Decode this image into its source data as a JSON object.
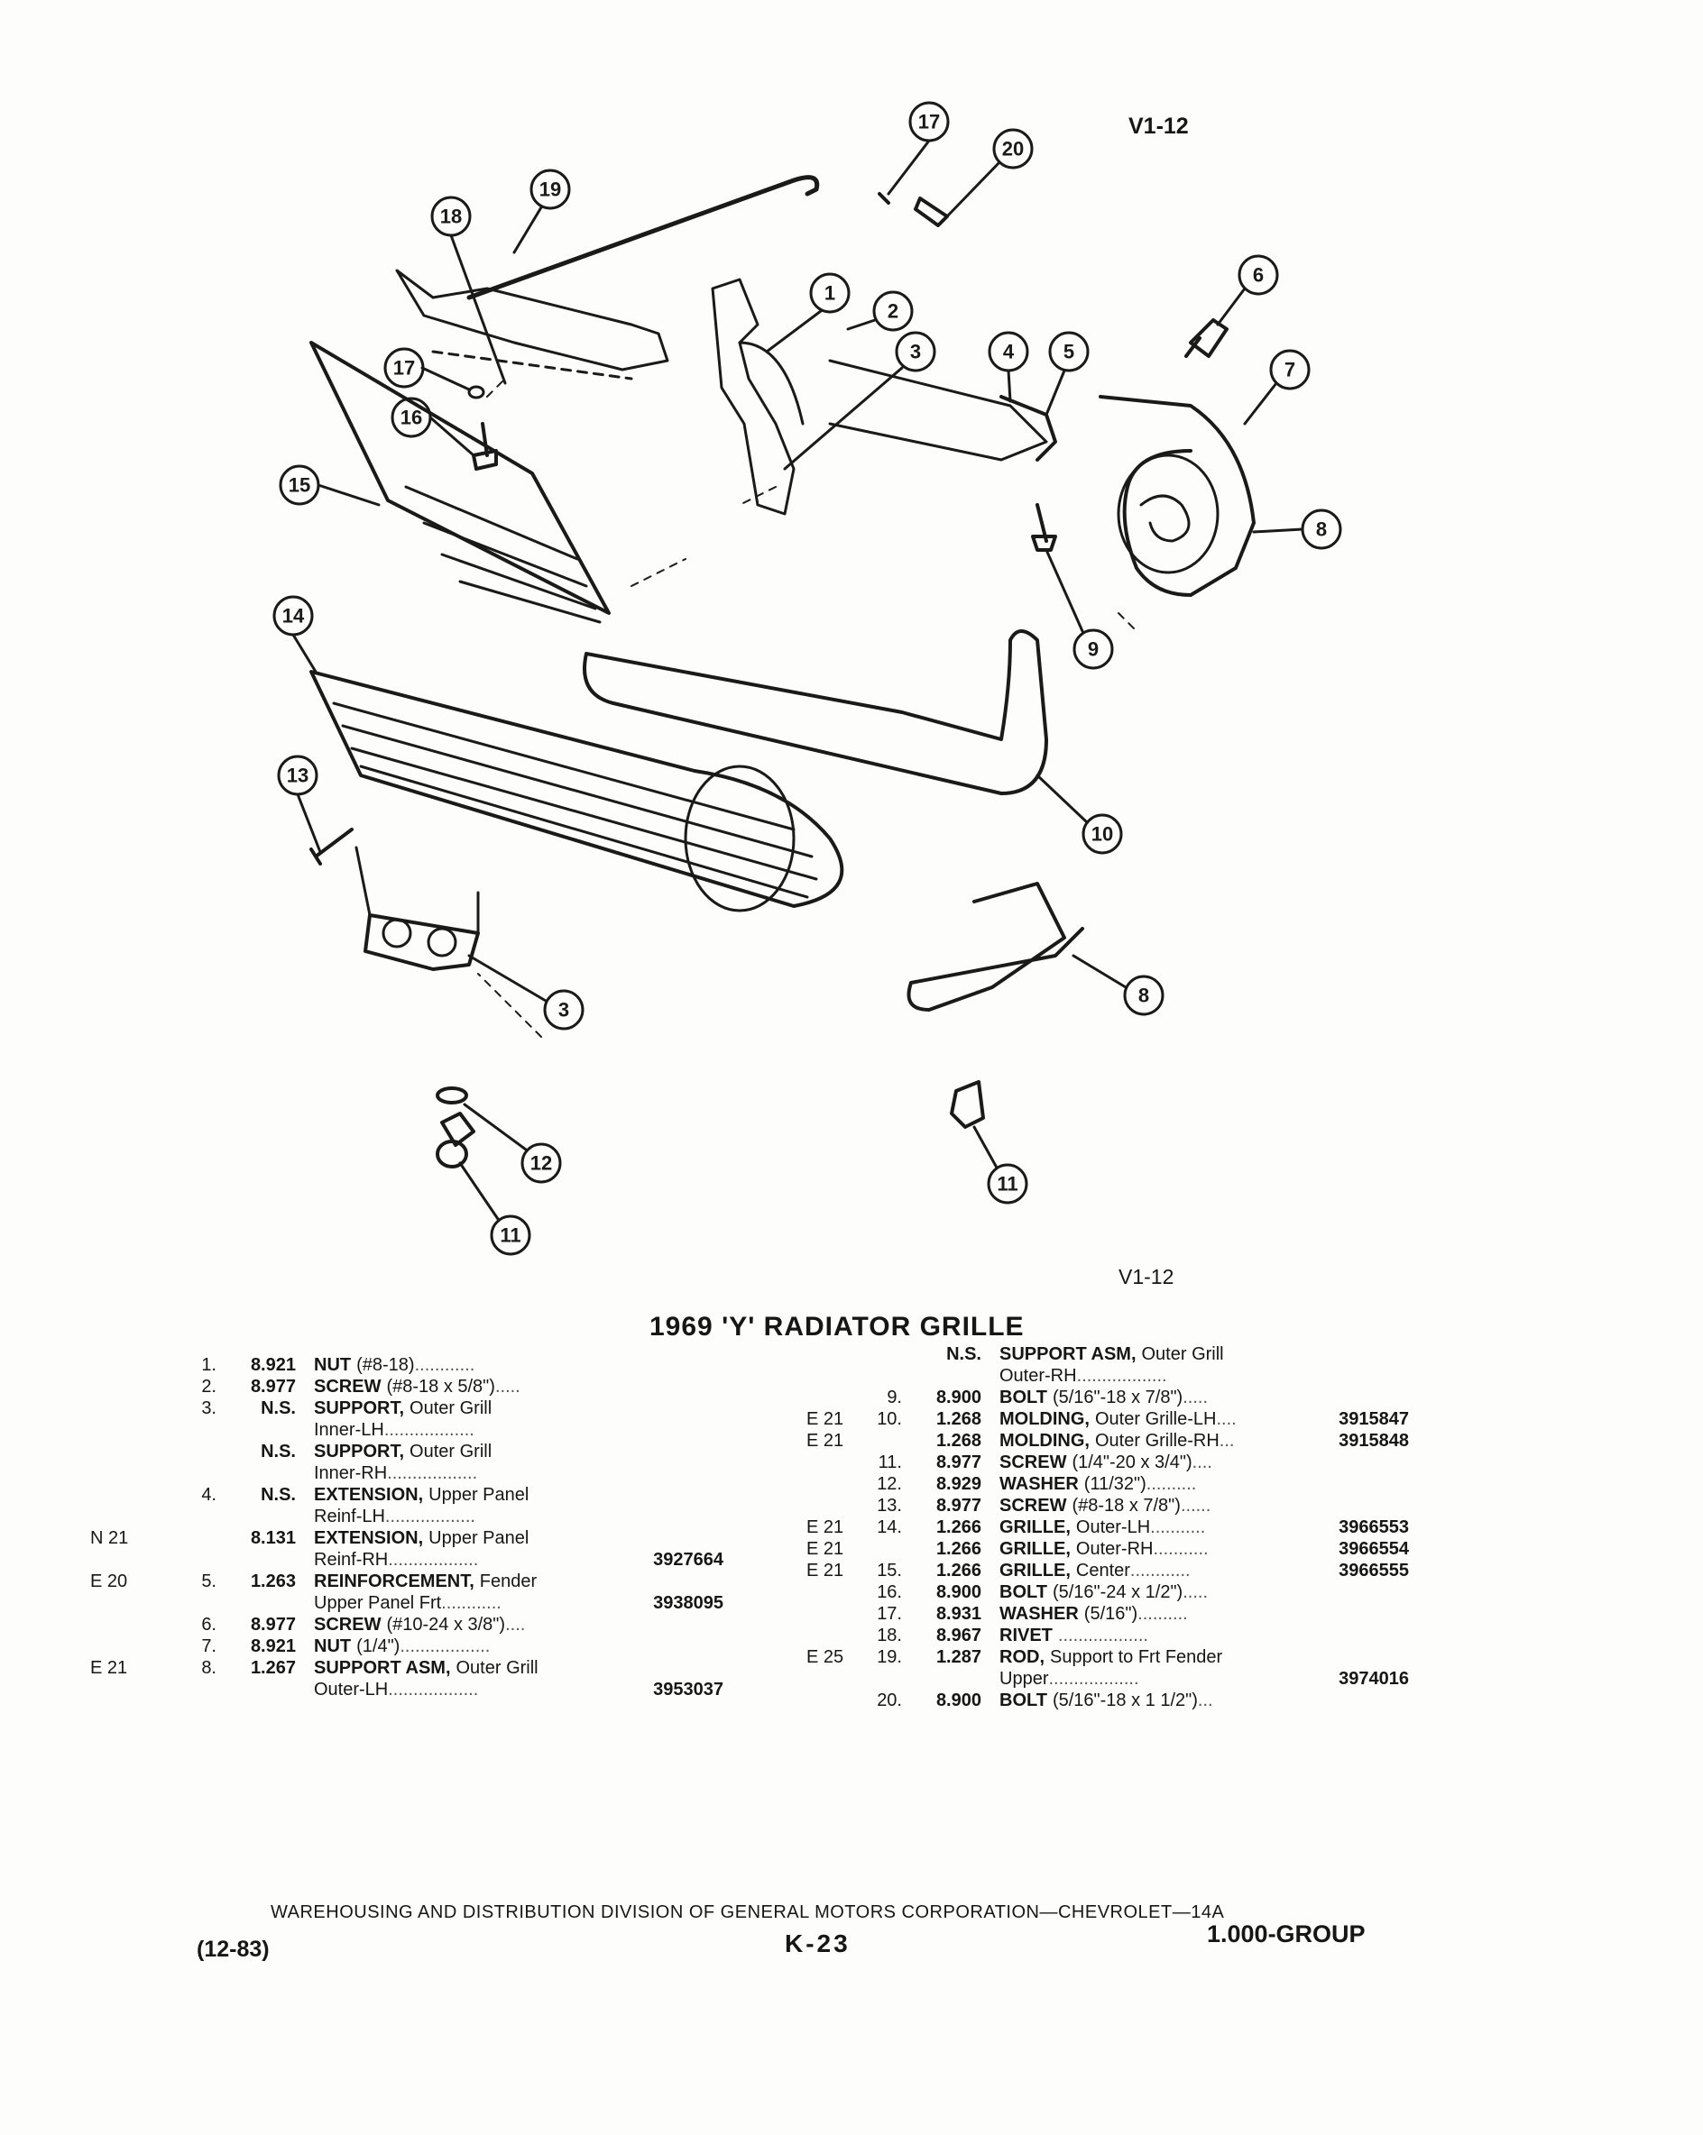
{
  "diagram": {
    "code_top": "V1-12",
    "code_bottom": "V1-12",
    "callouts": [
      "17",
      "20",
      "19",
      "18",
      "1",
      "2",
      "3",
      "4",
      "5",
      "6",
      "7",
      "17",
      "16",
      "15",
      "8",
      "9",
      "14",
      "10",
      "13",
      "3",
      "8",
      "12",
      "11",
      "11"
    ]
  },
  "title": "1969 'Y' RADIATOR GRILLE",
  "parts_left": [
    {
      "sec": "",
      "ref": "1.",
      "grp": "8.921",
      "name": "NUT",
      "spec": "(#8-18)",
      "dots": " ............",
      "part": ""
    },
    {
      "sec": "",
      "ref": "2.",
      "grp": "8.977",
      "name": "SCREW",
      "spec": "(#8-18 x 5/8\")",
      "dots": " .....",
      "part": ""
    },
    {
      "sec": "",
      "ref": "3.",
      "grp": "N.S.",
      "name": "SUPPORT,",
      "spec": "Outer Grill",
      "dots": "",
      "part": ""
    },
    {
      "sec": "",
      "ref": "",
      "grp": "",
      "name": "",
      "spec": "Inner-LH",
      "dots": " ..................",
      "part": ""
    },
    {
      "sec": "",
      "ref": "",
      "grp": "N.S.",
      "name": "SUPPORT,",
      "spec": "Outer Grill",
      "dots": "",
      "part": ""
    },
    {
      "sec": "",
      "ref": "",
      "grp": "",
      "name": "",
      "spec": "Inner-RH",
      "dots": " ..................",
      "part": ""
    },
    {
      "sec": "",
      "ref": "4.",
      "grp": "N.S.",
      "name": "EXTENSION,",
      "spec": "Upper Panel",
      "dots": "",
      "part": ""
    },
    {
      "sec": "",
      "ref": "",
      "grp": "",
      "name": "",
      "spec": "Reinf-LH",
      "dots": " ..................",
      "part": ""
    },
    {
      "sec": "N 21",
      "ref": "",
      "grp": "8.131",
      "name": "EXTENSION,",
      "spec": "Upper Panel",
      "dots": "",
      "part": ""
    },
    {
      "sec": "",
      "ref": "",
      "grp": "",
      "name": "",
      "spec": "Reinf-RH",
      "dots": " ..................",
      "part": "3927664"
    },
    {
      "sec": "E 20",
      "ref": "5.",
      "grp": "1.263",
      "name": "REINFORCEMENT,",
      "spec": "Fender",
      "dots": "",
      "part": ""
    },
    {
      "sec": "",
      "ref": "",
      "grp": "",
      "name": "",
      "spec": "Upper Panel Frt",
      "dots": " ............",
      "part": "3938095"
    },
    {
      "sec": "",
      "ref": "6.",
      "grp": "8.977",
      "name": "SCREW",
      "spec": "(#10-24 x 3/8\")",
      "dots": " ....",
      "part": ""
    },
    {
      "sec": "",
      "ref": "7.",
      "grp": "8.921",
      "name": "NUT",
      "spec": "(1/4\")",
      "dots": " ..................",
      "part": ""
    },
    {
      "sec": "E 21",
      "ref": "8.",
      "grp": "1.267",
      "name": "SUPPORT ASM,",
      "spec": "Outer Grill",
      "dots": "",
      "part": ""
    },
    {
      "sec": "",
      "ref": "",
      "grp": "",
      "name": "",
      "spec": "Outer-LH",
      "dots": " ..................",
      "part": "3953037"
    }
  ],
  "parts_right": [
    {
      "sec": "",
      "ref": "",
      "grp": "N.S.",
      "name": "SUPPORT ASM,",
      "spec": "Outer Grill",
      "dots": "",
      "part": ""
    },
    {
      "sec": "",
      "ref": "",
      "grp": "",
      "name": "",
      "spec": "Outer-RH",
      "dots": " ..................",
      "part": ""
    },
    {
      "sec": "",
      "ref": "9.",
      "grp": "8.900",
      "name": "BOLT",
      "spec": "(5/16\"-18 x 7/8\")",
      "dots": " .....",
      "part": ""
    },
    {
      "sec": "E 21",
      "ref": "10.",
      "grp": "1.268",
      "name": "MOLDING,",
      "spec": "Outer Grille-LH",
      "dots": " ....",
      "part": "3915847"
    },
    {
      "sec": "E 21",
      "ref": "",
      "grp": "1.268",
      "name": "MOLDING,",
      "spec": "Outer Grille-RH",
      "dots": " ...",
      "part": "3915848"
    },
    {
      "sec": "",
      "ref": "11.",
      "grp": "8.977",
      "name": "SCREW",
      "spec": "(1/4\"-20 x 3/4\")",
      "dots": " ....",
      "part": ""
    },
    {
      "sec": "",
      "ref": "12.",
      "grp": "8.929",
      "name": "WASHER",
      "spec": "(11/32\")",
      "dots": " ..........",
      "part": ""
    },
    {
      "sec": "",
      "ref": "13.",
      "grp": "8.977",
      "name": "SCREW",
      "spec": "(#8-18 x 7/8\")",
      "dots": " ......",
      "part": ""
    },
    {
      "sec": "E 21",
      "ref": "14.",
      "grp": "1.266",
      "name": "GRILLE,",
      "spec": "Outer-LH",
      "dots": " ...........",
      "part": "3966553"
    },
    {
      "sec": "E 21",
      "ref": "",
      "grp": "1.266",
      "name": "GRILLE,",
      "spec": "Outer-RH",
      "dots": " ...........",
      "part": "3966554"
    },
    {
      "sec": "E 21",
      "ref": "15.",
      "grp": "1.266",
      "name": "GRILLE,",
      "spec": "Center",
      "dots": " ............",
      "part": "3966555"
    },
    {
      "sec": "",
      "ref": "16.",
      "grp": "8.900",
      "name": "BOLT",
      "spec": "(5/16\"-24 x 1/2\")",
      "dots": " .....",
      "part": ""
    },
    {
      "sec": "",
      "ref": "17.",
      "grp": "8.931",
      "name": "WASHER",
      "spec": "(5/16\")",
      "dots": " ..........",
      "part": ""
    },
    {
      "sec": "",
      "ref": "18.",
      "grp": "8.967",
      "name": "RIVET",
      "spec": "",
      "dots": " ..................",
      "part": ""
    },
    {
      "sec": "E 25",
      "ref": "19.",
      "grp": "1.287",
      "name": "ROD,",
      "spec": "Support to Frt Fender",
      "dots": "",
      "part": ""
    },
    {
      "sec": "",
      "ref": "",
      "grp": "",
      "name": "",
      "spec": "Upper",
      "dots": " ..................",
      "part": "3974016"
    },
    {
      "sec": "",
      "ref": "20.",
      "grp": "8.900",
      "name": "BOLT",
      "spec": "(5/16\"-18 x 1 1/2\")",
      "dots": " ...",
      "part": ""
    }
  ],
  "footer": {
    "line": "WAREHOUSING AND DISTRIBUTION DIVISION OF GENERAL MOTORS CORPORATION—CHEVROLET—14A",
    "date": "(12-83)",
    "page": "K-23",
    "group": "1.000-GROUP"
  }
}
